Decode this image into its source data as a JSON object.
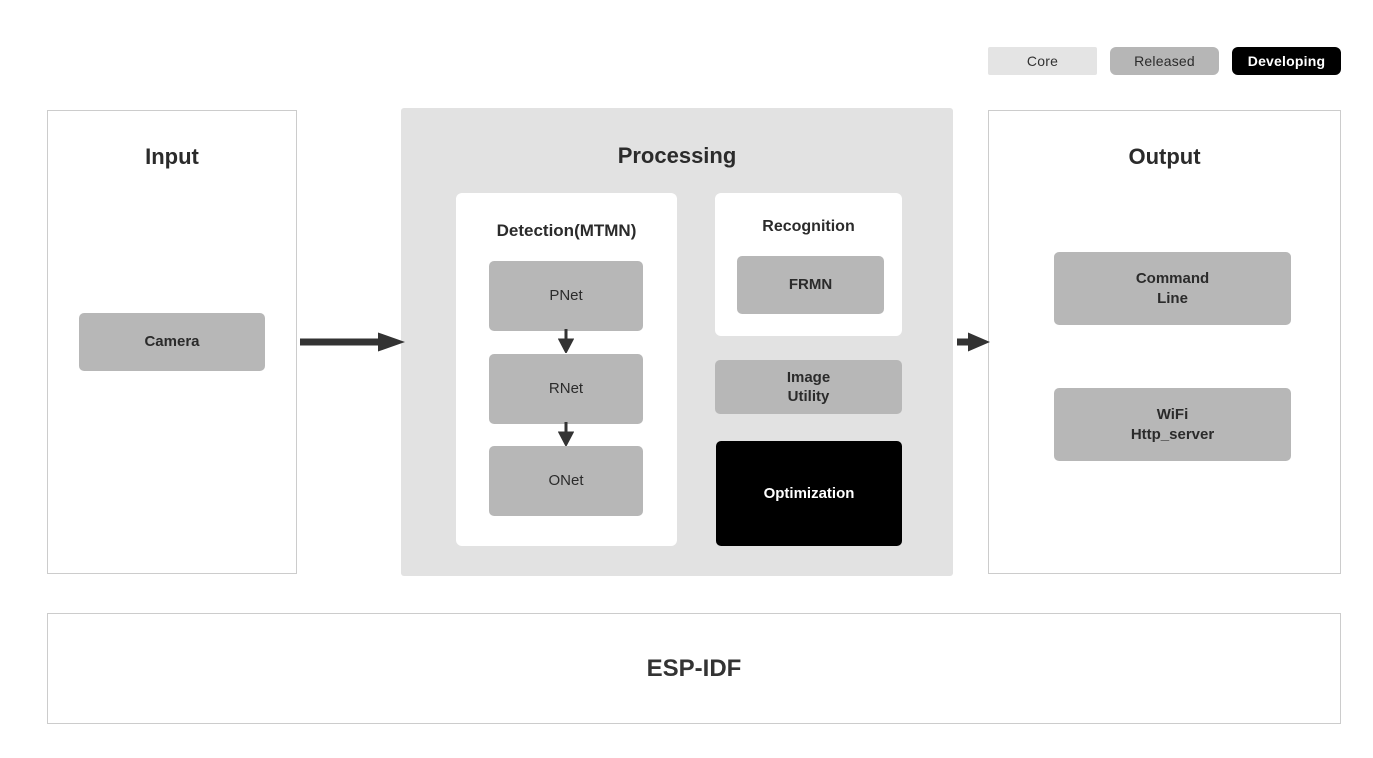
{
  "legend": {
    "items": [
      {
        "label": "Core",
        "bg": "#e4e4e4",
        "fg": "#333333"
      },
      {
        "label": "Released",
        "bg": "#b6b6b6",
        "fg": "#2b2b2b"
      },
      {
        "label": "Developing",
        "bg": "#000000",
        "fg": "#ffffff"
      }
    ]
  },
  "panels": {
    "input": {
      "title": "Input",
      "blocks": [
        {
          "label": "Camera",
          "status": "Released"
        }
      ]
    },
    "processing": {
      "title": "Processing",
      "detection": {
        "title": "Detection(MTMN)",
        "blocks": [
          {
            "label": "PNet",
            "status": "Released"
          },
          {
            "label": "RNet",
            "status": "Released"
          },
          {
            "label": "ONet",
            "status": "Released"
          }
        ]
      },
      "recognition": {
        "title": "Recognition",
        "blocks": [
          {
            "label": "FRMN",
            "status": "Released"
          }
        ]
      },
      "blocks": [
        {
          "label_line1": "Image",
          "label_line2": "Utility",
          "status": "Released"
        },
        {
          "label": "Optimization",
          "status": "Developing"
        }
      ]
    },
    "output": {
      "title": "Output",
      "blocks": [
        {
          "label_line1": "Command",
          "label_line2": "Line",
          "status": "Released"
        },
        {
          "label_line1": "WiFi",
          "label_line2": "Http_server",
          "status": "Released"
        }
      ]
    },
    "espidf": {
      "title": "ESP-IDF"
    }
  },
  "flow": {
    "arrows": [
      {
        "from": "Input",
        "to": "Processing",
        "direction": "right"
      },
      {
        "from": "Processing",
        "to": "Output",
        "direction": "right"
      },
      {
        "from": "PNet",
        "to": "RNet",
        "direction": "down"
      },
      {
        "from": "RNet",
        "to": "ONet",
        "direction": "down"
      }
    ]
  },
  "colors": {
    "core": "#e4e4e4",
    "released": "#b7b7b7",
    "developing": "#000000",
    "panel_bg": "#e2e2e2",
    "panel_border": "#cccccc",
    "arrow": "#333333",
    "text": "#2b2b2b"
  }
}
